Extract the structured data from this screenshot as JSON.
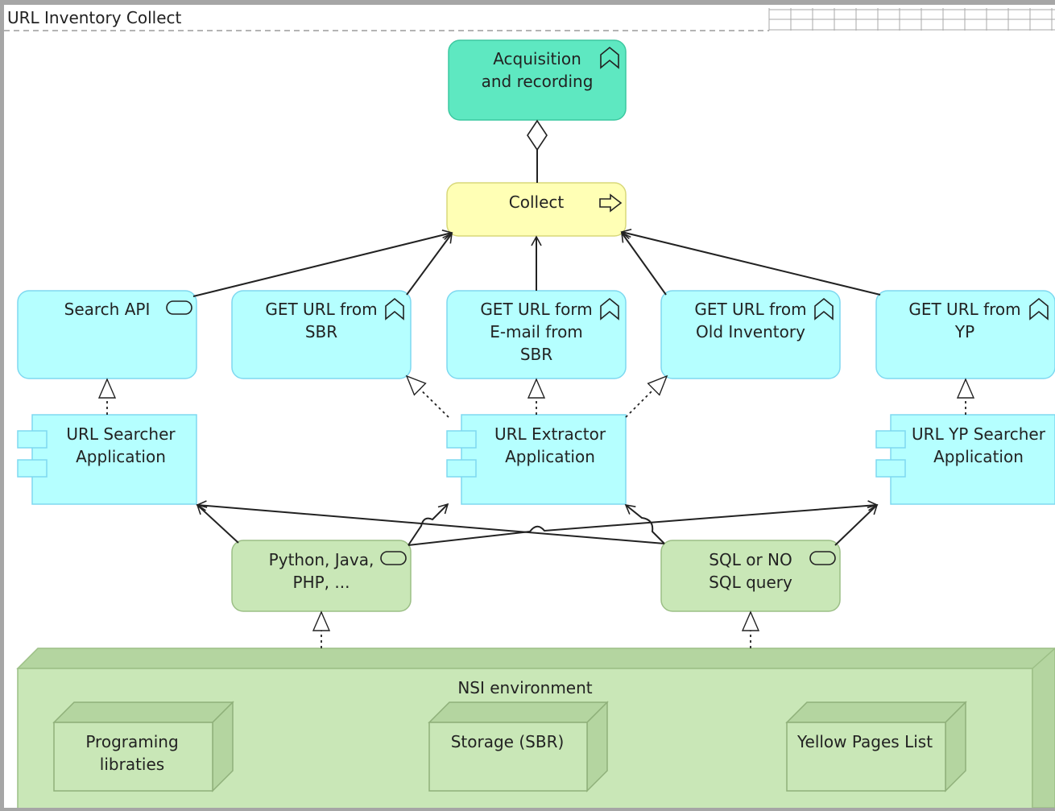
{
  "view": {
    "title": "URL Inventory Collect"
  },
  "colors": {
    "background_frame": "#a6a6a6",
    "canvas": "#ffffff",
    "strategy": "#5ee8c1",
    "business_process": "#ffffb5",
    "application": "#b5ffff",
    "technology": "#c9e7b7",
    "technology_dark": "#b4d5a0",
    "line": "#222222",
    "border_app": "#7ed8f0",
    "border_tech": "#9cbf86"
  },
  "elements": {
    "acquisition": {
      "lines": [
        "Acquisition",
        "and recording"
      ],
      "icon": "capability-icon"
    },
    "collect": {
      "lines": [
        "Collect"
      ],
      "icon": "process-arrow-icon"
    },
    "search_api": {
      "lines": [
        "Search API"
      ],
      "icon": "service-icon"
    },
    "get_sbr": {
      "lines": [
        "GET URL from",
        "SBR"
      ],
      "icon": "capability-icon"
    },
    "get_email": {
      "lines": [
        "GET URL form",
        "E-mail from",
        "SBR"
      ],
      "icon": "capability-icon"
    },
    "get_old": {
      "lines": [
        "GET URL from",
        "Old Inventory"
      ],
      "icon": "capability-icon"
    },
    "get_yp": {
      "lines": [
        "GET URL from",
        "YP"
      ],
      "icon": "capability-icon"
    },
    "url_searcher": {
      "lines": [
        "URL Searcher",
        "Application"
      ],
      "icon": "component-icon"
    },
    "url_extractor": {
      "lines": [
        "URL Extractor",
        "Application"
      ],
      "icon": "component-icon"
    },
    "url_yp_searcher": {
      "lines": [
        "URL YP Searcher",
        "Application"
      ],
      "icon": "component-icon"
    },
    "python": {
      "lines": [
        "Python, Java,",
        "PHP, ..."
      ],
      "icon": "service-icon"
    },
    "sql": {
      "lines": [
        "SQL or  NO",
        "SQL query"
      ],
      "icon": "service-icon"
    },
    "nsi": {
      "lines": [
        "NSI environment"
      ]
    },
    "libraries": {
      "lines": [
        "Programing",
        "libraties"
      ]
    },
    "storage": {
      "lines": [
        "Storage (SBR)"
      ]
    },
    "yellow_pages": {
      "lines": [
        "Yellow Pages List"
      ]
    }
  }
}
